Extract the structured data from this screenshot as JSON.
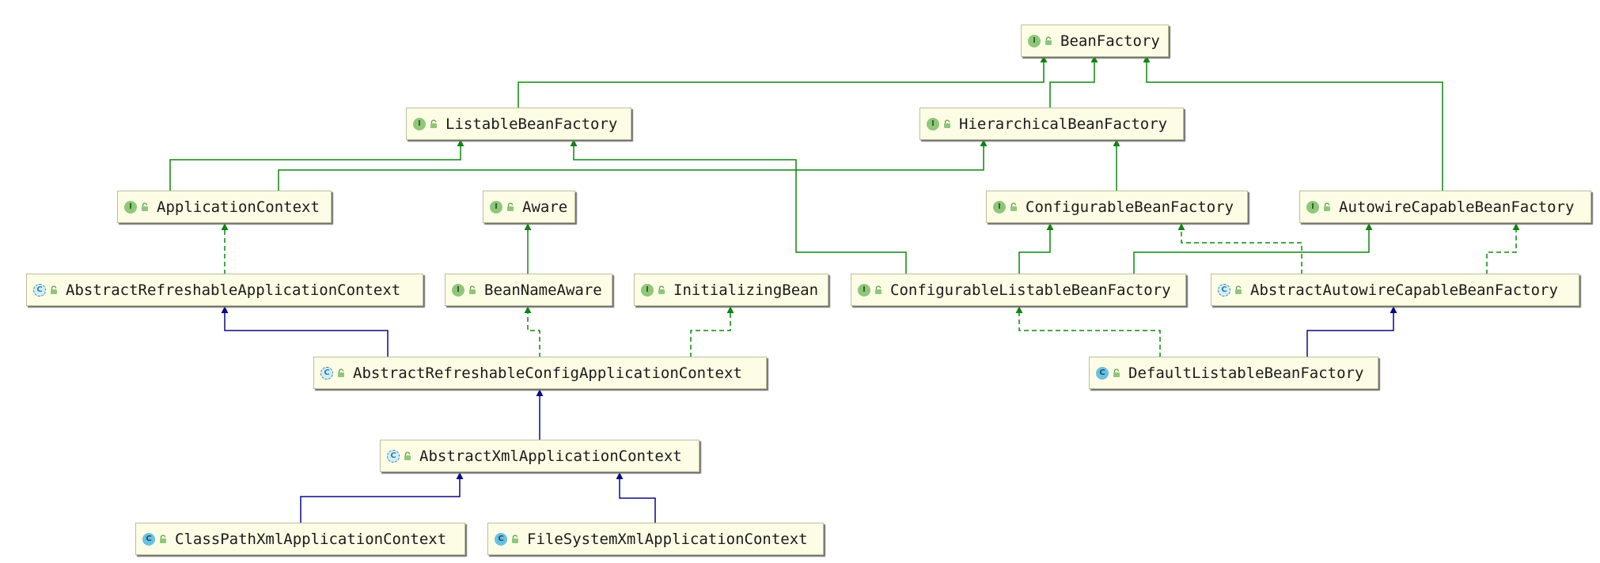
{
  "colors": {
    "interface_edge": "#0f850f",
    "class_edge": "#0a0a82",
    "node_fill": "#fdfde6"
  },
  "nodes": [
    {
      "key": "bf",
      "label": "BeanFactory",
      "kind": "interface",
      "badge": "I"
    },
    {
      "key": "lbf",
      "label": "ListableBeanFactory",
      "kind": "interface",
      "badge": "I"
    },
    {
      "key": "hbf",
      "label": "HierarchicalBeanFactory",
      "kind": "interface",
      "badge": "I"
    },
    {
      "key": "ac",
      "label": "ApplicationContext",
      "kind": "interface",
      "badge": "I"
    },
    {
      "key": "aw",
      "label": "Aware",
      "kind": "interface",
      "badge": "I"
    },
    {
      "key": "cbf",
      "label": "ConfigurableBeanFactory",
      "kind": "interface",
      "badge": "I"
    },
    {
      "key": "acbf",
      "label": "AutowireCapableBeanFactory",
      "kind": "interface",
      "badge": "I"
    },
    {
      "key": "arac",
      "label": "AbstractRefreshableApplicationContext",
      "kind": "abstract",
      "badge": "C"
    },
    {
      "key": "bna",
      "label": "BeanNameAware",
      "kind": "interface",
      "badge": "I"
    },
    {
      "key": "ib",
      "label": "InitializingBean",
      "kind": "interface",
      "badge": "I"
    },
    {
      "key": "clbf",
      "label": "ConfigurableListableBeanFactory",
      "kind": "interface",
      "badge": "I"
    },
    {
      "key": "aacbf",
      "label": "AbstractAutowireCapableBeanFactory",
      "kind": "abstract",
      "badge": "C"
    },
    {
      "key": "arcac",
      "label": "AbstractRefreshableConfigApplicationContext",
      "kind": "abstract",
      "badge": "C"
    },
    {
      "key": "dlbf",
      "label": "DefaultListableBeanFactory",
      "kind": "class",
      "badge": "C"
    },
    {
      "key": "axac",
      "label": "AbstractXmlApplicationContext",
      "kind": "abstract",
      "badge": "C"
    },
    {
      "key": "cpxac",
      "label": "ClassPathXmlApplicationContext",
      "kind": "class",
      "badge": "C"
    },
    {
      "key": "fsxac",
      "label": "FileSystemXmlApplicationContext",
      "kind": "class",
      "badge": "C"
    }
  ]
}
